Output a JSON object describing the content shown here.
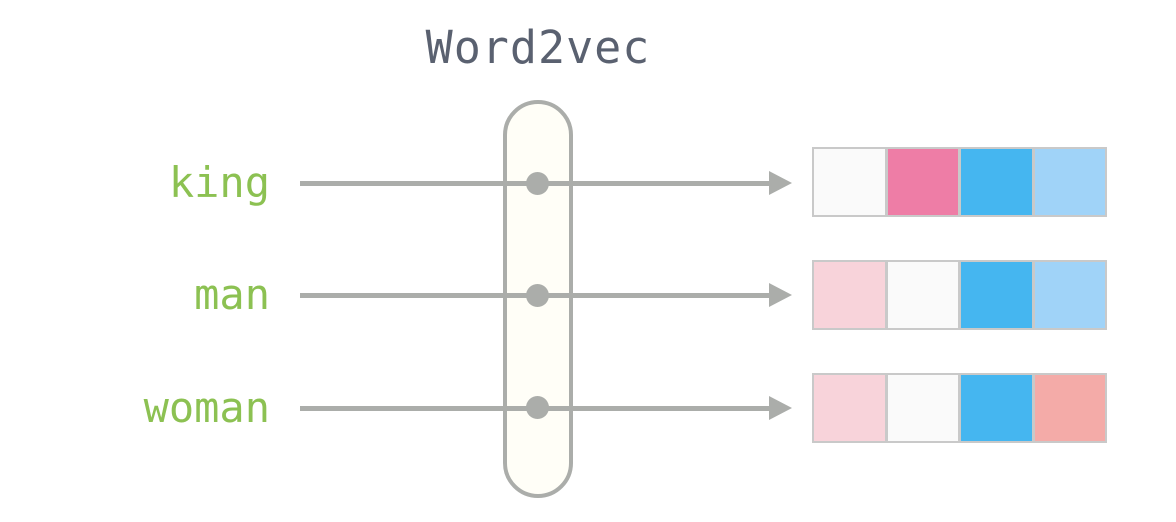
{
  "diagram": {
    "title": "Word2vec",
    "colors": {
      "title_slate": "#5a6170",
      "label_green": "#8cc152",
      "arrow_gray": "#abadaa",
      "capsule_fill": "#fffef7",
      "cell_border": "#c9c9c9"
    },
    "rows": [
      {
        "word": "king",
        "vector_colors": [
          "#fafafa",
          "#ee7da6",
          "#45b6f0",
          "#a0d3f8"
        ]
      },
      {
        "word": "man",
        "vector_colors": [
          "#f8d3da",
          "#fafafa",
          "#45b6f0",
          "#a0d3f8"
        ]
      },
      {
        "word": "woman",
        "vector_colors": [
          "#f8d3da",
          "#fafafa",
          "#45b6f0",
          "#f4aba8"
        ]
      }
    ]
  }
}
